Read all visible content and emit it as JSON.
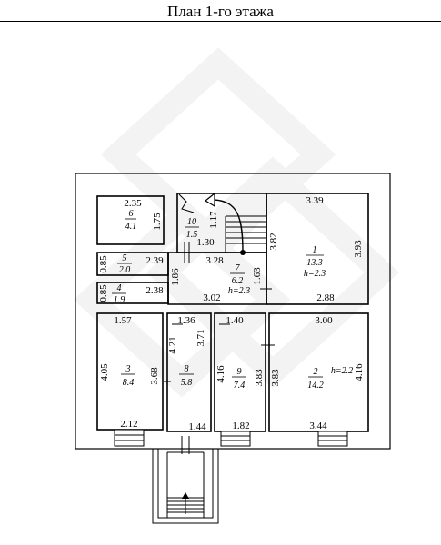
{
  "title": "План 1-го этажа",
  "rooms": [
    {
      "id": "r1",
      "number": "1",
      "area": "13.3",
      "height": "h=2.3"
    },
    {
      "id": "r2",
      "number": "2",
      "area": "14.2",
      "height": "h=2.2"
    },
    {
      "id": "r3",
      "number": "3",
      "area": "8.4"
    },
    {
      "id": "r4",
      "number": "4",
      "area": "1.9"
    },
    {
      "id": "r5",
      "number": "5",
      "area": "2.0"
    },
    {
      "id": "r6",
      "number": "6",
      "area": "4.1"
    },
    {
      "id": "r7",
      "number": "7",
      "area": "6.2",
      "height": "h=2.3"
    },
    {
      "id": "r8",
      "number": "8",
      "area": "5.8"
    },
    {
      "id": "r9",
      "number": "9",
      "area": "7.4"
    },
    {
      "id": "r10",
      "number": "10",
      "area": "1.5"
    }
  ],
  "dimensions": {
    "r6_top": "2.35",
    "r6_side": "1.75",
    "r10_side": "1.17",
    "r10_bottom": "1.30",
    "r1_top": "3.39",
    "r1_left": "3.82",
    "r1_right": "3.93",
    "r1_bottom": "2.88",
    "r5_left": "0.85",
    "r5_right": "2.39",
    "r4_left": "0.85",
    "r4_right": "2.38",
    "r7_top": "3.28",
    "r7_left": "1.86",
    "r7_right": "1.63",
    "r7_bottom": "3.02",
    "r3_top": "1.57",
    "r3_left": "4.05",
    "r3_right": "3.68",
    "r3_bottom": "2.12",
    "r8_top": "1.36",
    "r8_left": "4.21",
    "r8_right": "3.71",
    "r8_bottom": "1.44",
    "r9_top": "1.40",
    "r9_left": "4.16",
    "r9_right": "3.83",
    "r9_bottom": "1.82",
    "r2_top": "3.00",
    "r2_left": "3.83",
    "r2_right": "4.16",
    "r2_bottom": "3.44"
  }
}
